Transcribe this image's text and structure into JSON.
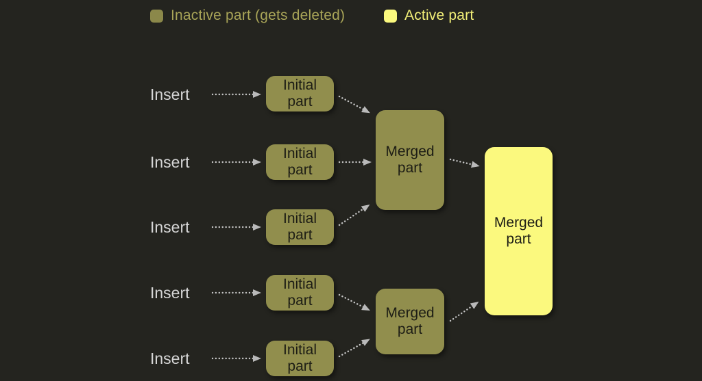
{
  "legend": {
    "inactive_label": "Inactive part (gets deleted)",
    "active_label": "Active part"
  },
  "diagram": {
    "inserts": [
      "Insert",
      "Insert",
      "Insert",
      "Insert",
      "Insert"
    ],
    "initial_parts": [
      "Initial part",
      "Initial part",
      "Initial part",
      "Initial part",
      "Initial part"
    ],
    "merged_parts_inactive": [
      "Merged part",
      "Merged part"
    ],
    "merged_part_active": "Merged part"
  },
  "colors": {
    "background": "#24241f",
    "inactive_part_box": "#918e4d",
    "active_part_box": "#fbf97e",
    "legend_inactive_text": "#a9a558",
    "legend_active_text": "#f2ef78",
    "insert_text": "#d6d6d6",
    "box_text": "#1d1d15",
    "arrow": "#c6c6c6"
  }
}
